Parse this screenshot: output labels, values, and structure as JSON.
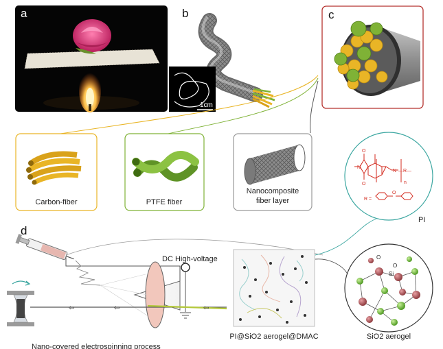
{
  "panels": {
    "a": "a",
    "b": "b",
    "c": "c",
    "d": "d"
  },
  "scale_bar": "1cm",
  "components": {
    "carbon": "Carbon-fiber",
    "ptfe": "PTFE fiber",
    "nano_line1": "Nanocomposite",
    "nano_line2": "fiber layer"
  },
  "polyimide": {
    "label": "PI",
    "r_label": "R =",
    "n_label": "n",
    "o_label": "O",
    "n_atom": "N"
  },
  "process": {
    "voltage": "DC High-voltage",
    "caption": "Nano-covered electrospinning process",
    "solution_caption": "PI@SiO2 aerogel@DMAC",
    "aerogel_caption": "SiO2 aerogel",
    "si_label": "Si",
    "o_label": "O"
  },
  "colors": {
    "carbon_yellow": "#e9b526",
    "ptfe_green": "#7fb236",
    "frame_red": "#b5322e",
    "sheath_gray": "#9a9a9a",
    "chem_red": "#d32a1e",
    "sphere_red": "#b3565a",
    "sphere_green": "#7cc24a"
  }
}
